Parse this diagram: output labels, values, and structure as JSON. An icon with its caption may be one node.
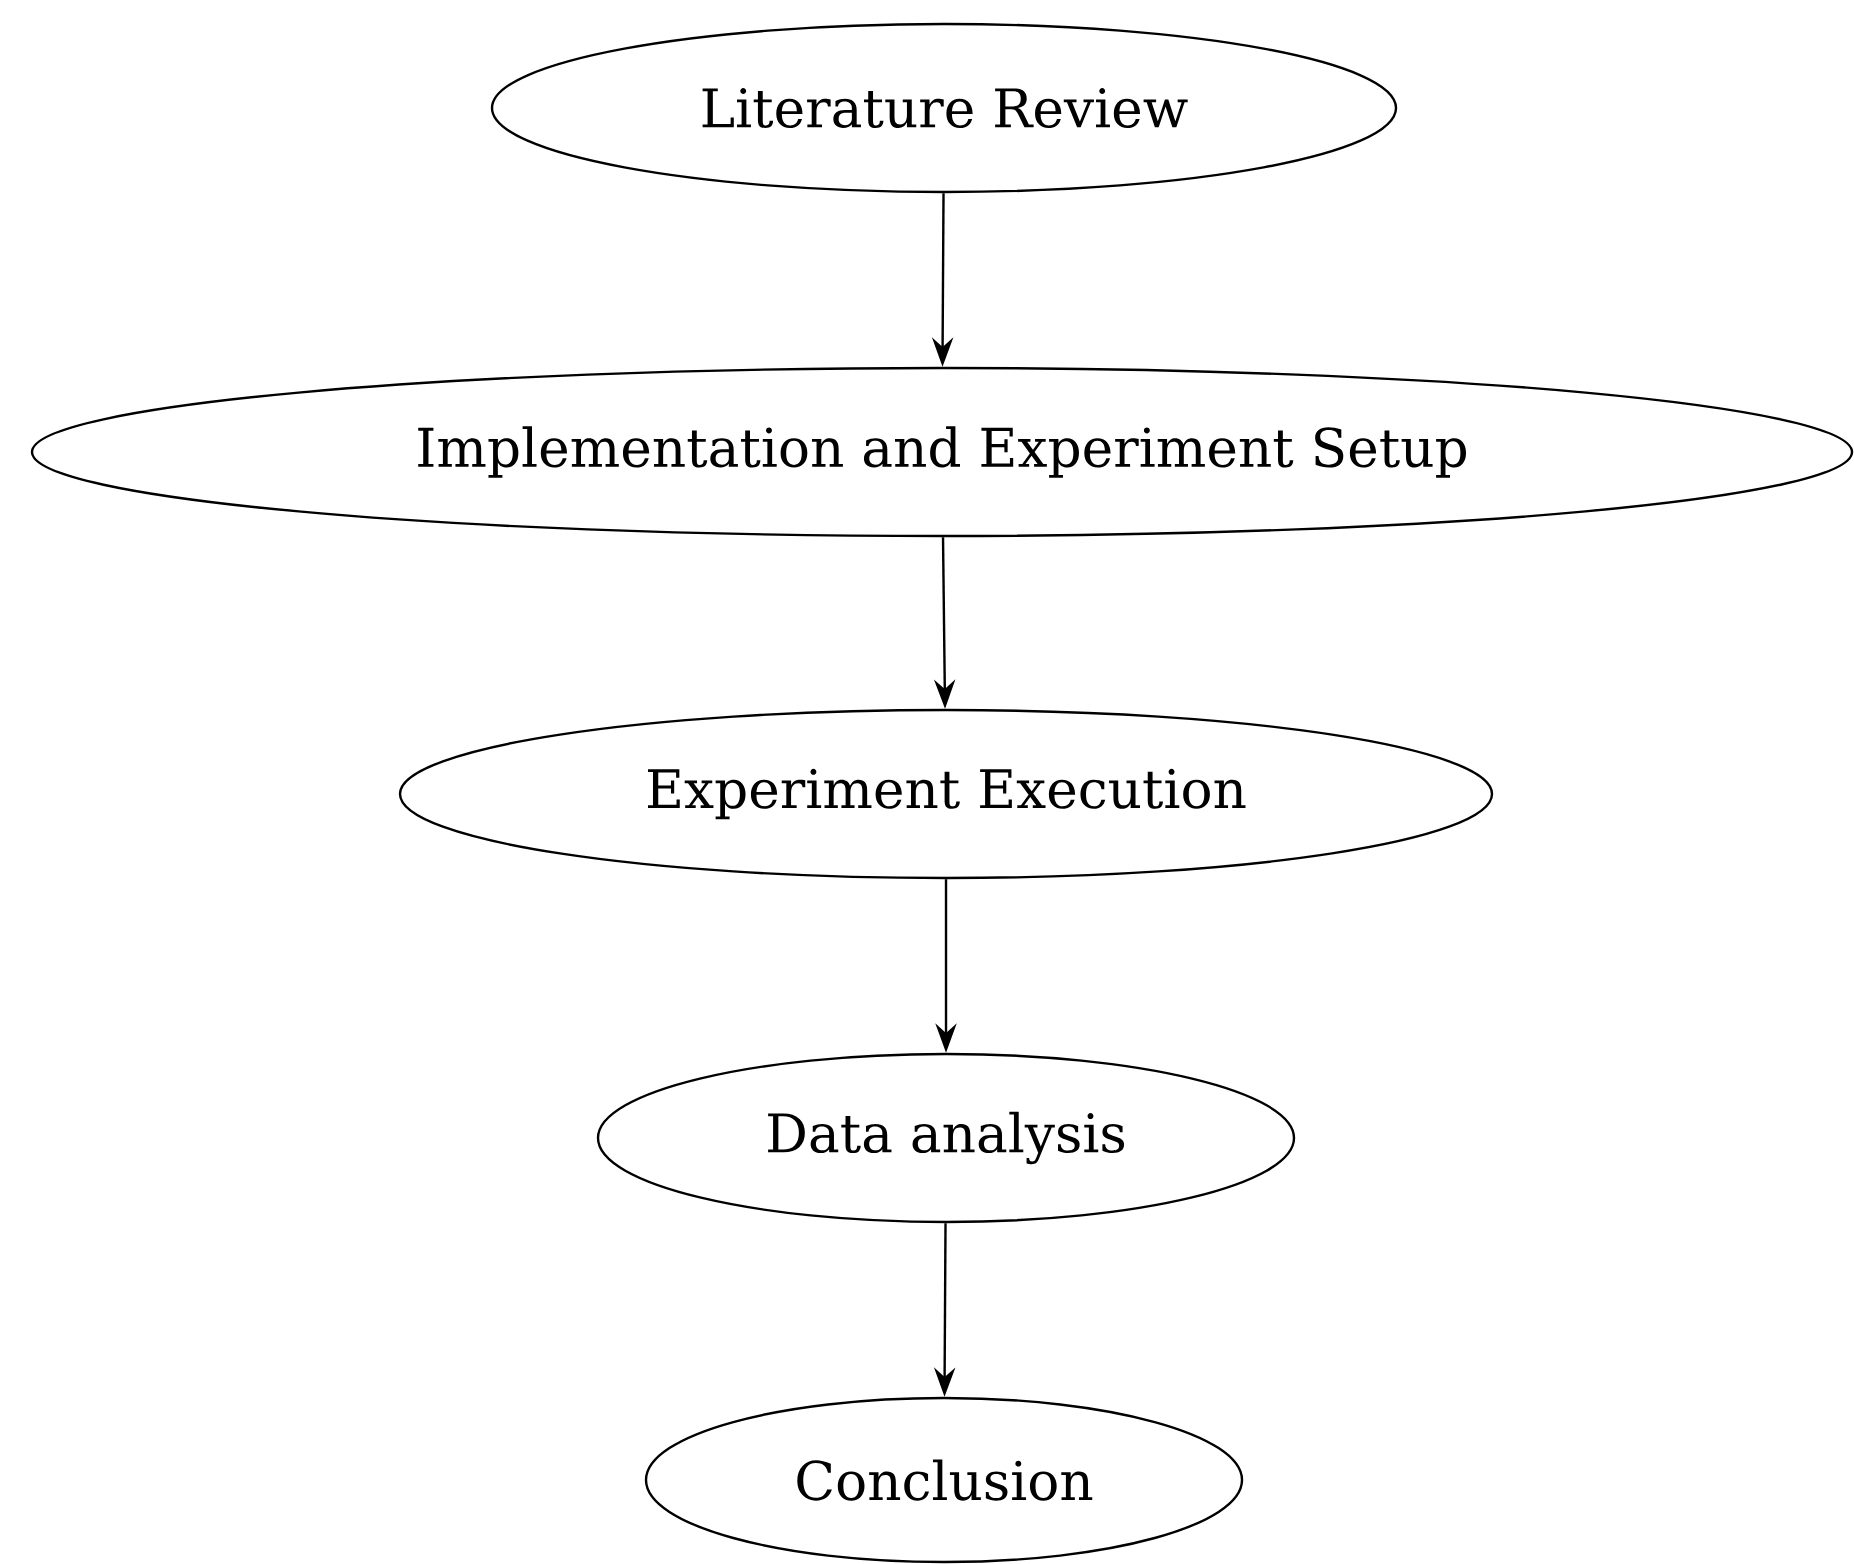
{
  "diagram": {
    "nodes": [
      {
        "text": [
          "Literature Review"
        ]
      },
      {
        "text": [
          "Implementation and Experiment Setup"
        ]
      },
      {
        "text": [
          "Experiment Execution"
        ]
      },
      {
        "text": [
          "Data analysis"
        ]
      },
      {
        "text": [
          "Conclusion"
        ]
      }
    ],
    "edges": [
      {
        "from": 0,
        "to": 1,
        "arrow": "to"
      },
      {
        "from": 1,
        "to": 2,
        "arrow": "to"
      },
      {
        "from": 2,
        "to": 3,
        "arrow": "to"
      },
      {
        "from": 3,
        "to": 4,
        "arrow": "to"
      }
    ]
  }
}
